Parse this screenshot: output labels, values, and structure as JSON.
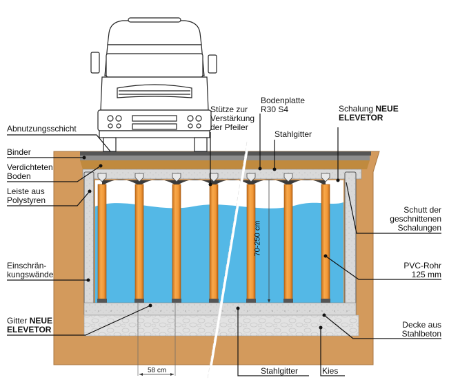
{
  "diagram": {
    "title": "Cross-section of a NEUE ELEVETOR ventilated crawl-space floor under truck load",
    "colors": {
      "soil": "#d39a5c",
      "compacted_soil": "#c08a3e",
      "wear_layer": "#555555",
      "binder": "#8c8c8c",
      "concrete": "#d8d8d8",
      "gravel": "#e3e3e3",
      "pillar": "#f29a3a",
      "void": "#54b8e6",
      "formwork": "#3a3a3a",
      "leader_line": "#111111"
    },
    "labels": {
      "wear_layer": "Abnutzungsschicht",
      "binder": "Binder",
      "compacted_soil_1": "Verdichteten",
      "compacted_soil_2": "Boden",
      "polystyrene_1": "Leiste aus",
      "polystyrene_2": "Polystyren",
      "containment_walls_1": "Einschrän-",
      "containment_walls_2": "kungswände",
      "grid_prefix": "Gitter",
      "grid_brand_1": "NEUE",
      "grid_brand_2": "ELEVETOR",
      "pillar_support_1": "Stütze zur",
      "pillar_support_2": "Verstärkung",
      "pillar_support_3": "der Pfeiler",
      "base_slab_1": "Bodenplatte",
      "base_slab_2": "R30 S4",
      "steel_mesh_top": "Stahlgitter",
      "formwork_prefix": "Schalung",
      "formwork_brand_1": "NEUE",
      "formwork_brand_2": "ELEVETOR",
      "debris_1": "Schutt der",
      "debris_2": "geschnittenen",
      "debris_3": "Schalungen",
      "pvc_1": "PVC-Rohr",
      "pvc_2": "125 mm",
      "slab_1": "Decke aus",
      "slab_2": "Stahlbeton",
      "steel_mesh_bottom": "Stahlgitter",
      "gravel": "Kies"
    },
    "dimensions": {
      "pillar_spacing": "58 cm",
      "height_range": "70-250 cm"
    },
    "pillar_count": 7
  }
}
